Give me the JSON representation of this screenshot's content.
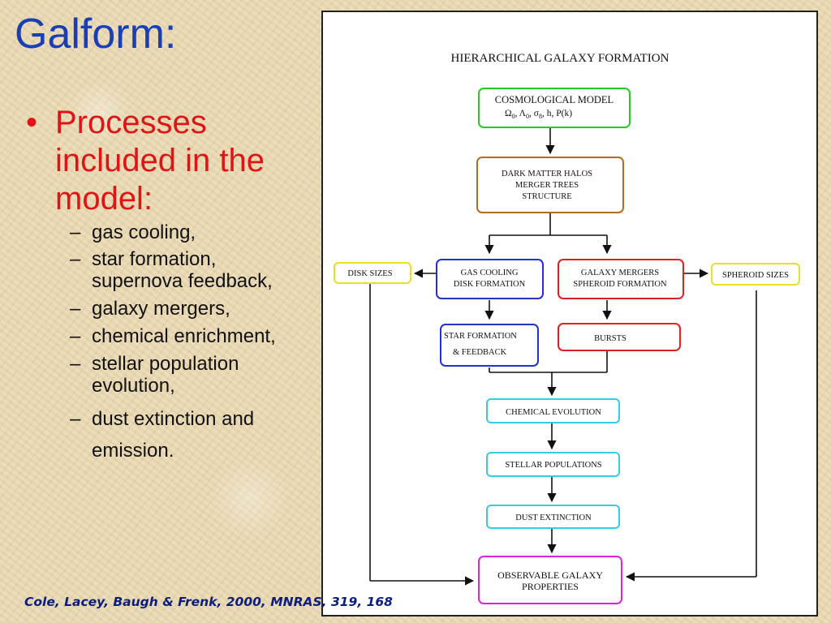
{
  "slide": {
    "title": "Galform:",
    "main_bullet": "Processes included in the model:",
    "sub_items": [
      "gas cooling,",
      "star formation, supernova feedback,",
      "galaxy mergers,",
      "chemical enrichment,",
      "stellar population evolution,",
      "dust extinction and emission."
    ],
    "citation": "Cole, Lacey, Baugh & Frenk, 2000, MNRAS, 319, 168"
  },
  "diagram": {
    "title": "HIERARCHICAL GALAXY FORMATION",
    "boxes": {
      "cosmological": {
        "line1": "COSMOLOGICAL MODEL",
        "omega": "Ω",
        "omega_sub": "0",
        "lambda": "Λ",
        "lambda_sub": "0",
        "sigma": "σ",
        "sigma_sub": "8",
        "rest": ",   h, P(k)",
        "color": "#22cc22"
      },
      "halos": {
        "line1": "DARK MATTER HALOS",
        "line2": "MERGER TREES",
        "line3": "STRUCTURE",
        "color": "#b86a1e"
      },
      "disk_sizes": {
        "label": "DISK  SIZES",
        "color": "#e8e020"
      },
      "gas_cooling": {
        "line1": "GAS COOLING",
        "line2": "DISK FORMATION",
        "color": "#2233cc"
      },
      "galaxy_mergers": {
        "line1": "GALAXY MERGERS",
        "line2": "SPHEROID FORMATION",
        "color": "#dd2222"
      },
      "spheroid_sizes": {
        "label": "SPHEROID SIZES",
        "color": "#e8e020"
      },
      "star_formation": {
        "line1": "STAR FORMATION",
        "line2": "& FEEDBACK",
        "color": "#2233cc"
      },
      "bursts": {
        "label": "BURSTS",
        "color": "#dd2222"
      },
      "chemical": {
        "label": "CHEMICAL EVOLUTION",
        "color": "#33cce0"
      },
      "stellar": {
        "label": "STELLAR POPULATIONS",
        "color": "#33cce0"
      },
      "dust": {
        "label": "DUST EXTINCTION",
        "color": "#33cce0"
      },
      "observable": {
        "line1": "OBSERVABLE GALAXY",
        "line2": "PROPERTIES",
        "color": "#dd22dd"
      }
    }
  }
}
